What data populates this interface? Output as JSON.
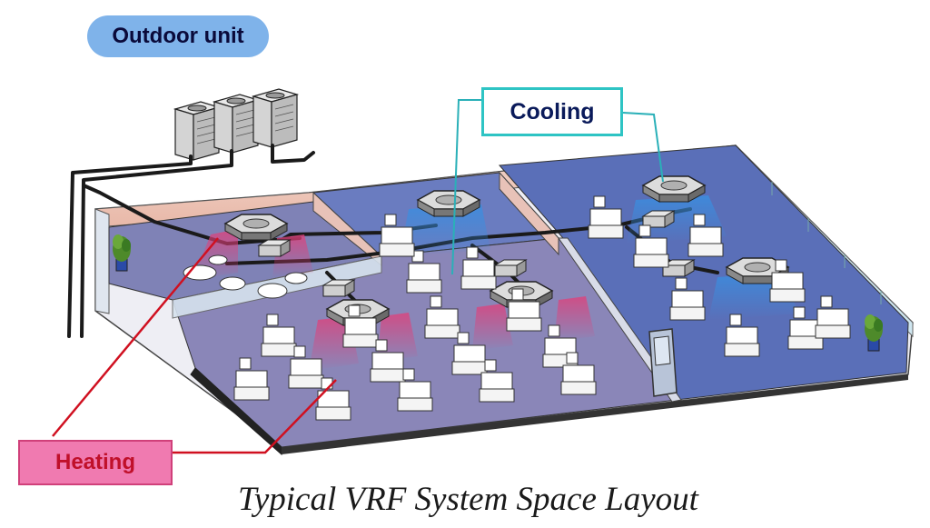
{
  "labels": {
    "outdoor_unit": "Outdoor unit",
    "cooling": "Cooling",
    "heating": "Heating"
  },
  "caption": "Typical VRF System Space Layout",
  "colors": {
    "outdoor_tag_fill": "#7fb3ea",
    "cooling_border": "#2ec4c4",
    "heating_fill": "#f07ab0",
    "heating_text": "#c0102a",
    "cooling_room_floor": "#5a6fb8",
    "heating_room_floor": "#8a86b8",
    "pipe": "#1a1a1a",
    "heating_leader": "#d01020",
    "cooling_leader": "#2ab0b8"
  },
  "icons": [
    "outdoor-unit-icon",
    "cassette-indoor-unit-icon",
    "branch-box-icon",
    "potted-plant-icon",
    "door-icon",
    "office-desk-icon"
  ]
}
